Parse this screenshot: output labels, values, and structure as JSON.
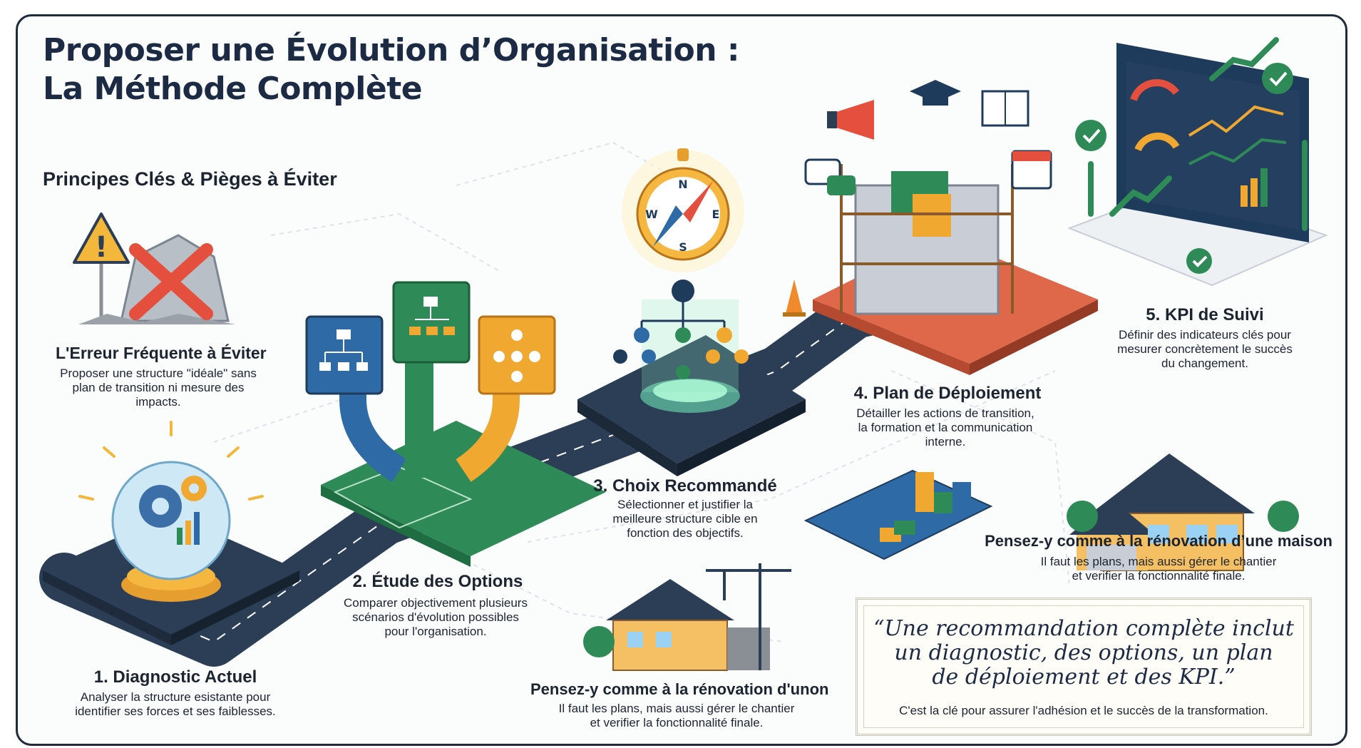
{
  "header": {
    "title_line1": "Proposer une Évolution d’Organisation :",
    "title_line2": "La Méthode Complète",
    "subtitle": "Principes Clés & Pièges à Éviter"
  },
  "pitfall": {
    "title": "L'Erreur Fréquente à Éviter",
    "desc_lines": [
      "Proposer une structure \"idéale\" sans",
      "plan de transition ni mesure des",
      "impacts."
    ]
  },
  "steps": [
    {
      "title": "1. Diagnostic Actuel",
      "desc_lines": [
        "Analyser la structure esistante pour",
        "identifier ses forces et ses faiblesses."
      ]
    },
    {
      "title": "2. Étude des Options",
      "desc_lines": [
        "Comparer objectivement plusieurs",
        "scénarios d'évolution possibles",
        "pour l'organisation."
      ]
    },
    {
      "title": "3. Choix Recommandé",
      "desc_lines": [
        "Sélectionner et justifier la",
        "meilleure structure cible en",
        "fonction des objectifs."
      ]
    },
    {
      "title": "4. Plan de Déploiement",
      "desc_lines": [
        "Détailler les actions de transition,",
        "la formation et la communication",
        "interne."
      ]
    },
    {
      "title": "5. KPI de Suivi",
      "desc_lines": [
        "Définir des indicateurs clés pour",
        "mesurer concrètement le succès",
        "du changement."
      ]
    }
  ],
  "analogy_left": {
    "title": "Pensez-y comme à la rénovation d'unon",
    "desc_lines": [
      "Il faut les plans, mais aussi gérer le chantier",
      "et verifier la fonctionnalité finale."
    ]
  },
  "analogy_right": {
    "title": "Pensez-y comme à la rénovation d’une maison",
    "desc_lines": [
      "Il faut les plans, mais aussi gérer le chantier",
      "et verifier la fonctionnalité finale."
    ]
  },
  "quote": {
    "text_lines": [
      "“Une recommandation complète inclut",
      "un diagnostic, des options, un plan",
      "de déploiement et des KPI.”"
    ],
    "sub": "C'est la clé pour assurer l'adhésion et le succès de la transformation."
  },
  "compass": {
    "n": "N",
    "s": "S",
    "e": "E",
    "w": "W"
  },
  "icons": [
    "warning-icon",
    "blocked-rock-icon",
    "crystal-ball-gears-icon",
    "org-chart-card-icon",
    "compass-icon",
    "megaphone-icon",
    "graduation-cap-icon",
    "book-icon",
    "calendar-icon",
    "chat-bubbles-icon",
    "dashboard-monitor-icon",
    "checkmark-icon",
    "house-icon",
    "crane-icon",
    "blueprint-icon"
  ],
  "colors": {
    "navy": "#1f3b5c",
    "green": "#2e8b57",
    "orange": "#f0a830",
    "blue": "#2e6aa6",
    "red": "#e5503e",
    "road": "#2b3e55"
  }
}
